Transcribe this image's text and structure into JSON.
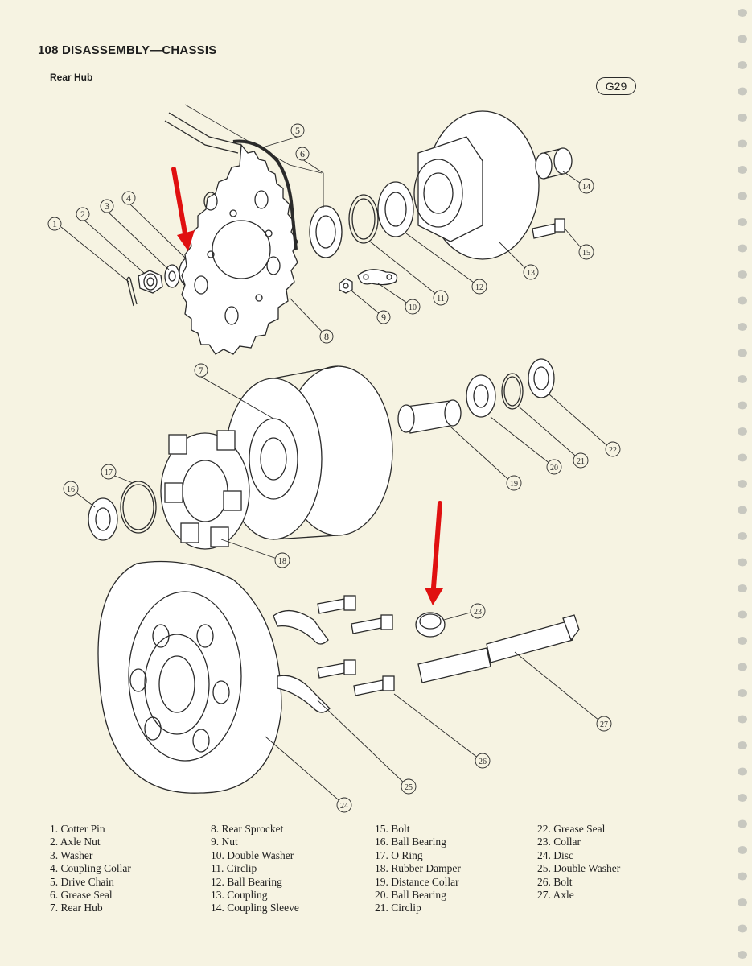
{
  "page": {
    "header": "108 DISASSEMBLY—CHASSIS",
    "section": "Rear Hub",
    "figure_id": "G29"
  },
  "callouts": [
    "1",
    "2",
    "3",
    "4",
    "5",
    "6",
    "7",
    "8",
    "9",
    "10",
    "11",
    "12",
    "13",
    "14",
    "15",
    "16",
    "17",
    "18",
    "19",
    "20",
    "21",
    "22",
    "23",
    "24",
    "25",
    "26",
    "27"
  ],
  "legend": {
    "col1": [
      "1. Cotter Pin",
      "2. Axle Nut",
      "3. Washer",
      "4. Coupling Collar",
      "5. Drive Chain",
      "6. Grease Seal",
      "7. Rear Hub"
    ],
    "col2": [
      "8. Rear Sprocket",
      "9. Nut",
      "10. Double Washer",
      "11. Circlip",
      "12. Ball Bearing",
      "13. Coupling",
      "14. Coupling Sleeve"
    ],
    "col3": [
      "15. Bolt",
      "16. Ball Bearing",
      "17. O Ring",
      "18. Rubber Damper",
      "19. Distance Collar",
      "20. Ball Bearing",
      "21. Circlip"
    ],
    "col4": [
      "22. Grease Seal",
      "23. Collar",
      "24. Disc",
      "25. Double Washer",
      "26. Bolt",
      "27. Axle"
    ]
  },
  "colors": {
    "paper": "#f6f3e2",
    "ink": "#2a2a2a",
    "arrow": "#e01010"
  }
}
